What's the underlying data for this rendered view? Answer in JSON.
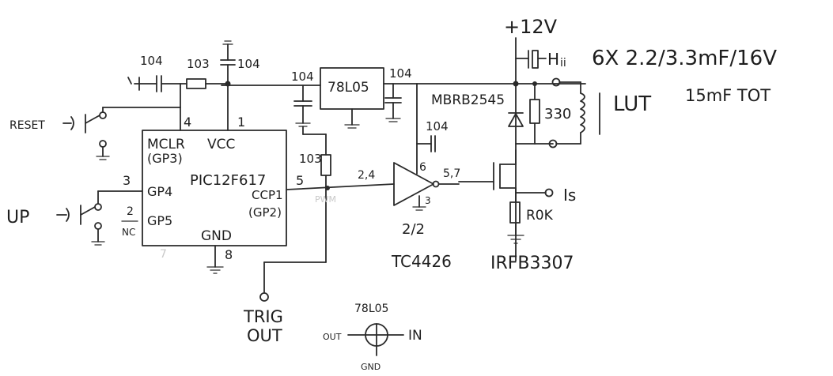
{
  "supply": {
    "label": "+12V"
  },
  "caps_note": {
    "line1": "6X 2.2/3.3mF/16V",
    "line2": "15mF TOT"
  },
  "lut": {
    "label": "LUT"
  },
  "top_caps": {
    "left": "104",
    "resistor": "103",
    "right": "104"
  },
  "reg": {
    "label": "78L05",
    "in_cap": "104",
    "out_cap": "104"
  },
  "mcu": {
    "name": "PIC12F617",
    "mclr": "MCLR",
    "vcc": "VCC",
    "gp3": "(GP3)",
    "gp4": "GP4",
    "gp5": "GP5",
    "ccp1": "CCP1",
    "gp2": "(GP2)",
    "gnd": "GND",
    "pin4": "4",
    "pin1": "1",
    "pin3": "3",
    "pin2": "2",
    "pin5": "5",
    "pin8": "8",
    "pin7": "7",
    "nc": "NC"
  },
  "reset": {
    "label": "RESET"
  },
  "up": {
    "label": "UP"
  },
  "pwm": {
    "resistor": "103",
    "label": "PWM"
  },
  "driver": {
    "in_pins": "2,4",
    "out_pins": "5,7",
    "vcc_pin": "6",
    "gnd_pin": "3",
    "cap": "104",
    "half": "2/2",
    "name": "TC4426"
  },
  "diode": {
    "name": "MBRB2545"
  },
  "resistor330": {
    "label": "330"
  },
  "mosfet": {
    "name": "IRFB3307",
    "r_gate": "R0K"
  },
  "is": {
    "label": "Is"
  },
  "trig": {
    "line1": "TRIG",
    "line2": "OUT"
  },
  "pinout": {
    "title": "78L05",
    "out": "OUT",
    "in": "IN",
    "gnd": "GND"
  }
}
